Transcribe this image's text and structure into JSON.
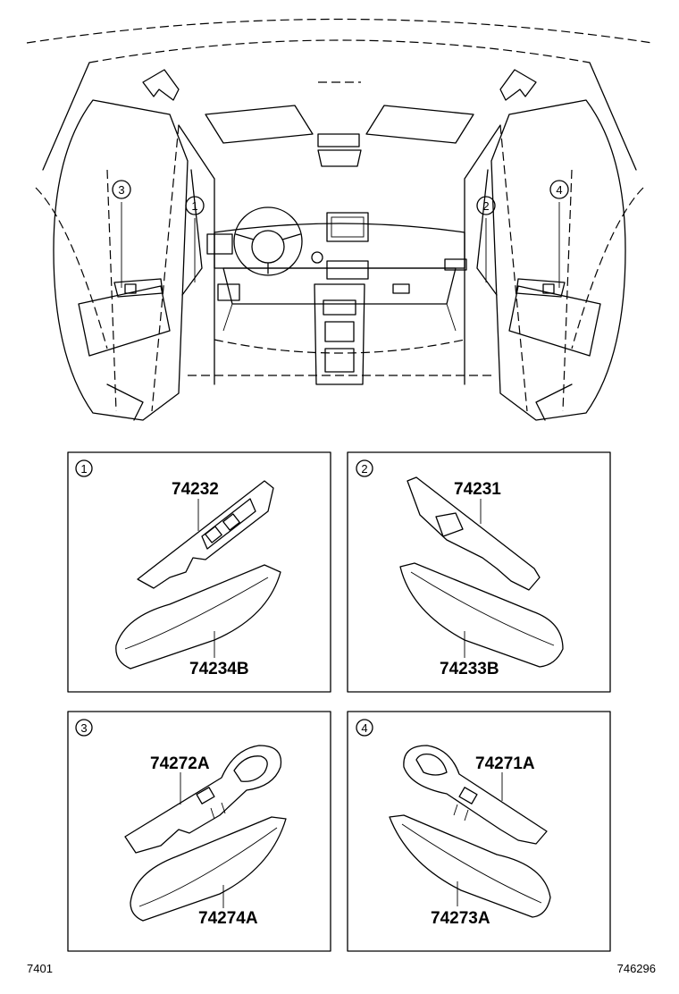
{
  "overview": {
    "callouts": [
      "3",
      "1",
      "2",
      "4"
    ]
  },
  "panels": [
    {
      "index": "1",
      "upper_part": "74232",
      "lower_part": "74234B"
    },
    {
      "index": "2",
      "upper_part": "74231",
      "lower_part": "74233B"
    },
    {
      "index": "3",
      "upper_part": "74272A",
      "lower_part": "74274A"
    },
    {
      "index": "4",
      "upper_part": "74271A",
      "lower_part": "74273A"
    }
  ],
  "footer": {
    "left_code": "7401",
    "right_code": "746296"
  }
}
